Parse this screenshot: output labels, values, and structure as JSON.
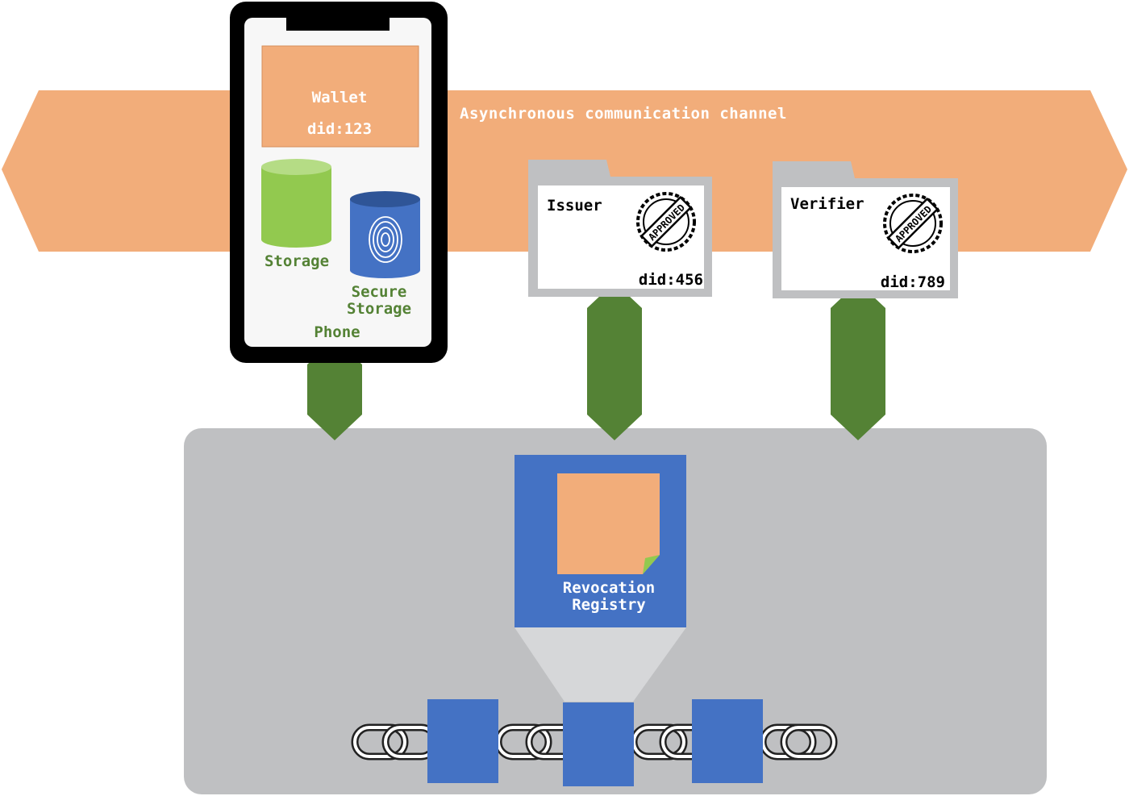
{
  "channel": {
    "label": "Asynchronous communication channel"
  },
  "phone": {
    "label": "Phone",
    "wallet": {
      "title": "Wallet",
      "did": "did:123"
    },
    "storage_label": "Storage",
    "secure_storage_line1": "Secure",
    "secure_storage_line2": "Storage"
  },
  "issuer": {
    "title": "Issuer",
    "did": "did:456",
    "stamp_text": "APPROVED"
  },
  "verifier": {
    "title": "Verifier",
    "did": "did:789",
    "stamp_text": "APPROVED"
  },
  "registry": {
    "line1": "Revocation",
    "line2": "Registry"
  },
  "colors": {
    "channel": "#f2ad7a",
    "channel_text": "#ffffff",
    "phone_frame": "#000000",
    "phone_screen": "#f7f7f7",
    "wallet": "#f2ad7a",
    "storage": "#92c94f",
    "secure_storage": "#4472c4",
    "label_green": "#548235",
    "connector": "#548235",
    "ledger": "#bfc0c2",
    "registry": "#4472c4",
    "folder": "#bfc0c2",
    "block": "#4472c4"
  }
}
